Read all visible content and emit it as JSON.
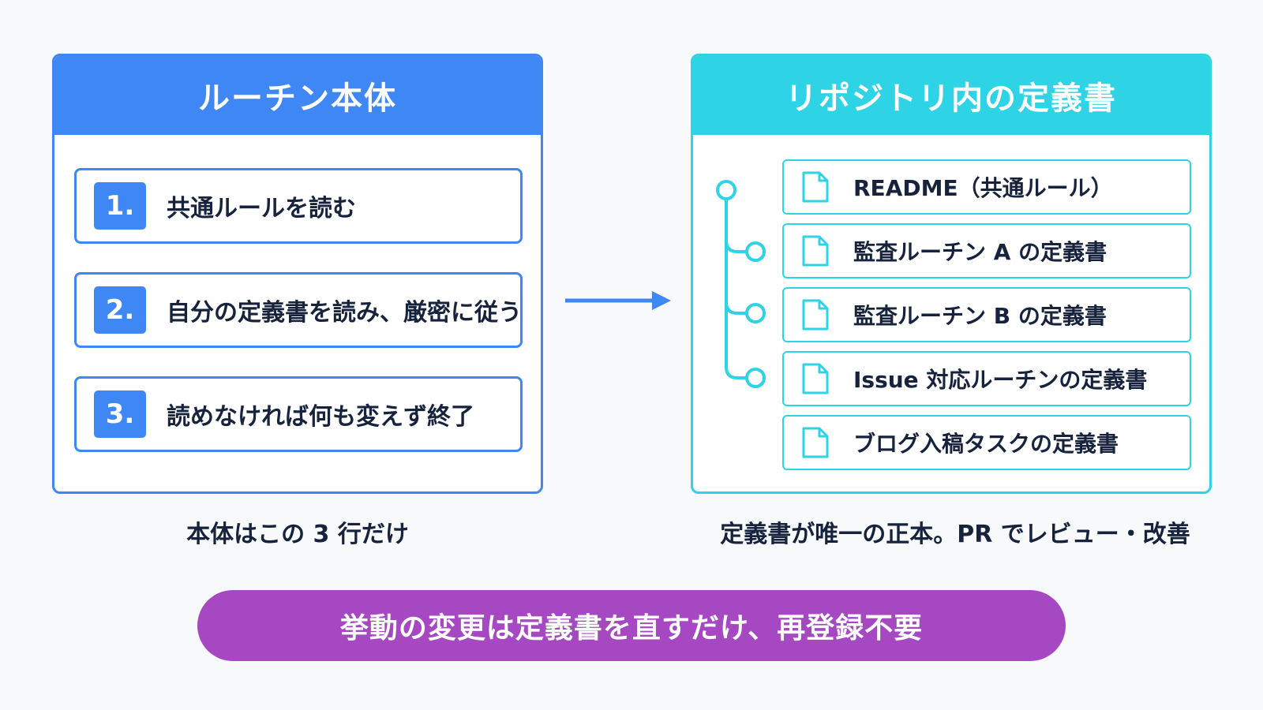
{
  "left_panel": {
    "title": "ルーチン本体",
    "steps": [
      {
        "number": "1.",
        "text": "共通ルールを読む"
      },
      {
        "number": "2.",
        "text": "自分の定義書を読み、厳密に従う"
      },
      {
        "number": "3.",
        "text": "読めなければ何も変えず終了"
      }
    ],
    "caption": "本体はこの 3 行だけ"
  },
  "right_panel": {
    "title": "リポジトリ内の定義書",
    "docs": [
      {
        "label": "README（共通ルール）",
        "icon": "document-icon"
      },
      {
        "label": "監査ルーチン A の定義書",
        "icon": "document-icon"
      },
      {
        "label": "監査ルーチン B の定義書",
        "icon": "document-icon"
      },
      {
        "label": "Issue 対応ルーチンの定義書",
        "icon": "document-icon"
      },
      {
        "label": "ブログ入稿タスクの定義書",
        "icon": "document-icon"
      }
    ],
    "caption": "定義書が唯一の正本。PR でレビュー・改善"
  },
  "banner": {
    "text": "挙動の変更は定義書を直すだけ、再登録不要"
  },
  "colors": {
    "blue": "#3f87f5",
    "cyan": "#2ed3e6",
    "purple": "#a648c2",
    "text": "#17233d"
  }
}
